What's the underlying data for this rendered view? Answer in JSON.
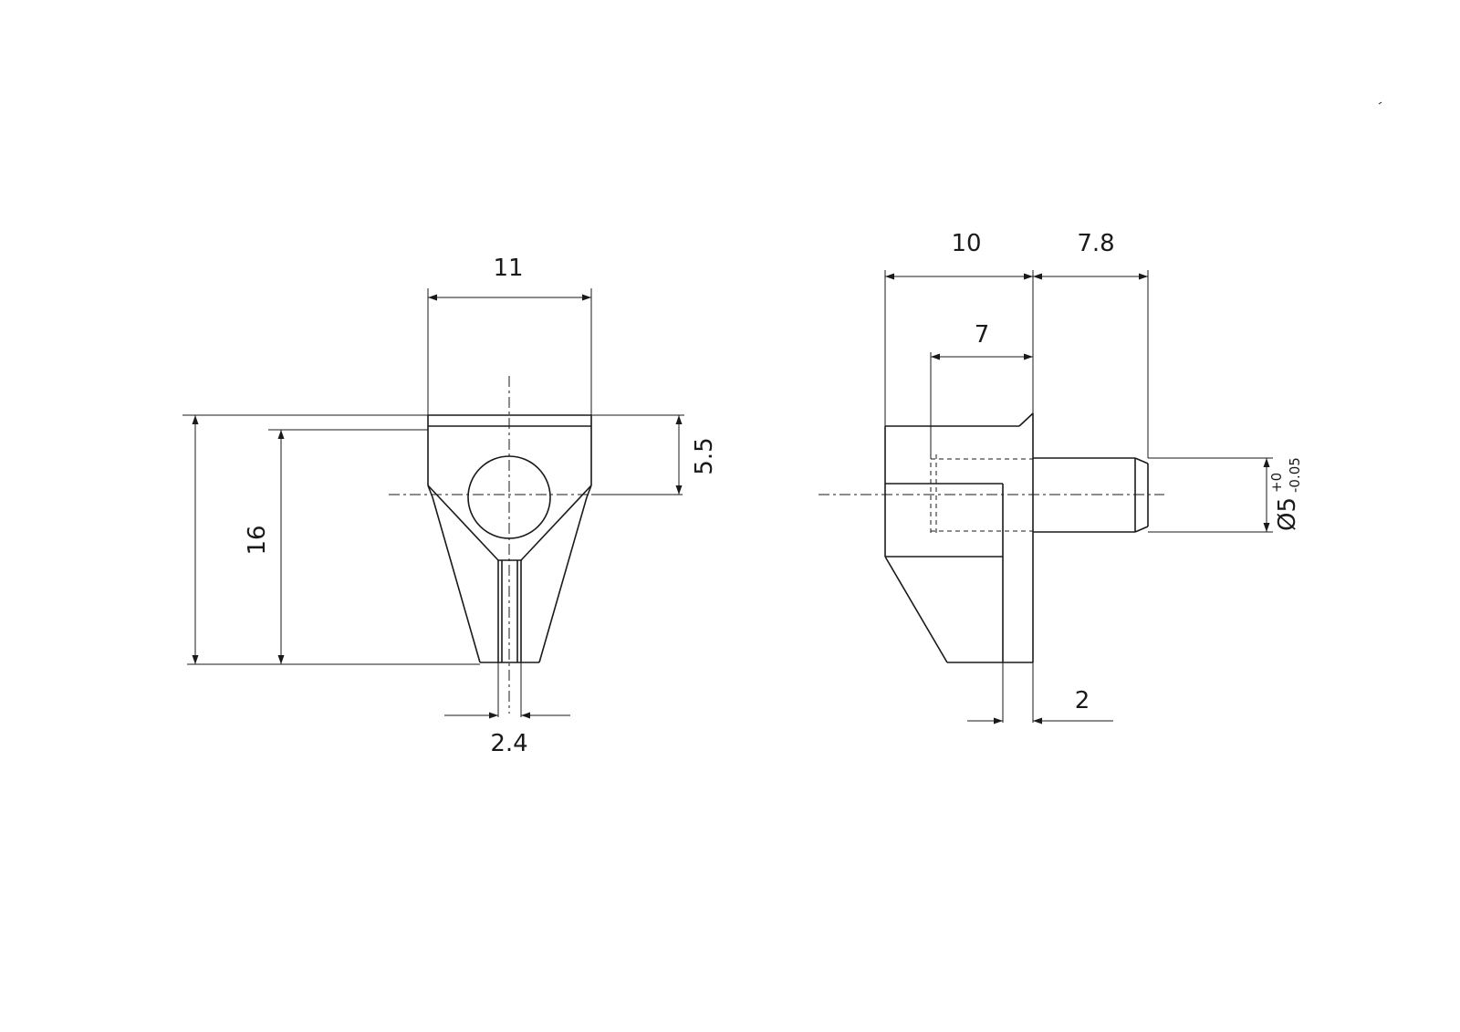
{
  "front_view": {
    "dim_width": "11",
    "dim_height_total": "16",
    "dim_hole_center": "5.5",
    "dim_stem_width": "2.4"
  },
  "side_view": {
    "dim_body_length": "10",
    "dim_pin_length": "7.8",
    "dim_bore_depth": "7",
    "dim_flange": "2",
    "dim_pin_diameter": "Ø5",
    "tol_upper": "+0",
    "tol_lower": "-0.05"
  },
  "colors": {
    "line": "#1a1a1a",
    "background": "#ffffff"
  }
}
